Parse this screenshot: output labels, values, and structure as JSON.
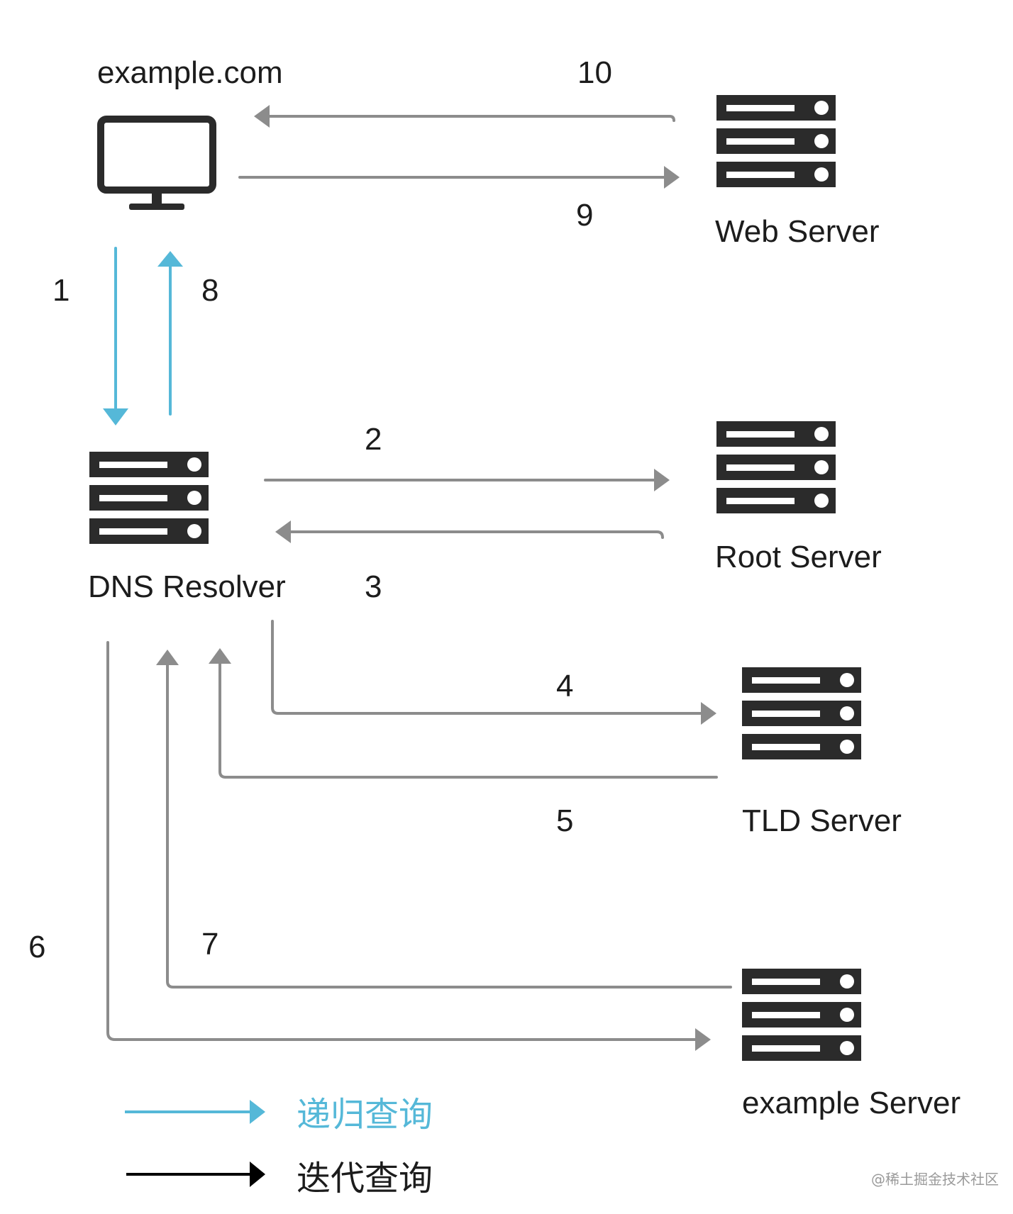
{
  "nodes": {
    "client": {
      "label": "example.com",
      "icon": "monitor-icon"
    },
    "web_server": {
      "label": "Web Server",
      "icon": "server-icon"
    },
    "dns_resolver": {
      "label": "DNS Resolver",
      "icon": "server-icon"
    },
    "root_server": {
      "label": "Root Server",
      "icon": "server-icon"
    },
    "tld_server": {
      "label": "TLD Server",
      "icon": "server-icon"
    },
    "example_server": {
      "label": "example Server",
      "icon": "server-icon"
    }
  },
  "steps": {
    "s1": "1",
    "s2": "2",
    "s3": "3",
    "s4": "4",
    "s5": "5",
    "s6": "6",
    "s7": "7",
    "s8": "8",
    "s9": "9",
    "s10": "10"
  },
  "legend": {
    "recursive": {
      "label": "递归查询",
      "color": "#55b8d8"
    },
    "iterative": {
      "label": "迭代查询",
      "color": "#000000"
    }
  },
  "watermark": "@稀土掘金技术社区",
  "colors": {
    "server_body": "#2b2b2b",
    "iterative_arrow": "#8c8c8c",
    "recursive_arrow": "#55b8d8"
  }
}
